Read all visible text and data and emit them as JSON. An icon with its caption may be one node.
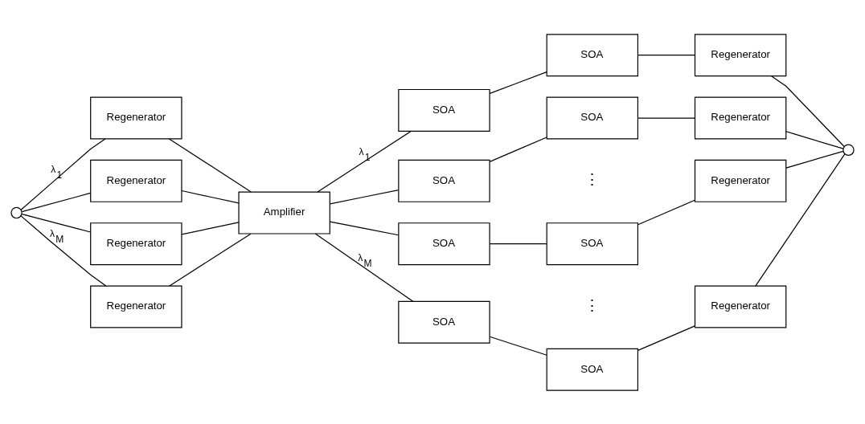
{
  "diagram": {
    "nodes": [
      {
        "text": [],
        "shape": "circle"
      },
      {
        "text": [
          "Regenerator"
        ]
      },
      {
        "text": [
          "Regenerator"
        ]
      },
      {
        "text": [
          "Regenerator"
        ]
      },
      {
        "text": [
          "Regenerator"
        ]
      },
      {
        "text": [
          "Amplifier"
        ]
      },
      {
        "text": [
          "SOA"
        ]
      },
      {
        "text": [
          "SOA"
        ]
      },
      {
        "text": [
          "Regenerator"
        ]
      },
      {
        "text": [
          "SOA"
        ]
      },
      {
        "text": [
          "SOA"
        ]
      },
      {
        "text": [
          "Regenerator"
        ]
      },
      {
        "text": [
          "SOA"
        ]
      },
      {
        "text": [
          "SOA"
        ]
      },
      {
        "text": [
          "Regenerator"
        ]
      },
      {
        "text": [
          "SOA"
        ]
      },
      {
        "text": [
          "SOA"
        ]
      },
      {
        "text": [
          "Regenerator"
        ]
      },
      {
        "text": [],
        "shape": "circle"
      }
    ],
    "edges": [
      {
        "from": 0,
        "to": 1,
        "arrow": "none",
        "label": "λ$_{1}$"
      },
      {
        "from": 0,
        "to": 2,
        "arrow": "none"
      },
      {
        "from": 0,
        "to": 3,
        "arrow": "none"
      },
      {
        "from": 0,
        "to": 4,
        "arrow": "none",
        "label": "λ$_{M}$"
      },
      {
        "from": 1,
        "to": 5,
        "arrow": "none"
      },
      {
        "from": 2,
        "to": 5,
        "arrow": "none"
      },
      {
        "from": 3,
        "to": 5,
        "arrow": "none"
      },
      {
        "from": 4,
        "to": 5,
        "arrow": "none"
      },
      {
        "from": 5,
        "to": 6,
        "arrow": "none",
        "label": "λ$_{1}$"
      },
      {
        "from": 5,
        "to": 9,
        "arrow": "none"
      },
      {
        "from": 5,
        "to": 12,
        "arrow": "none"
      },
      {
        "from": 5,
        "to": 15,
        "arrow": "none",
        "label": "λ$_{M}$"
      },
      {
        "from": 6,
        "to": 7,
        "arrow": "none"
      },
      {
        "from": 7,
        "to": 8,
        "arrow": "none"
      },
      {
        "from": 9,
        "to": 10,
        "arrow": "none"
      },
      {
        "from": 10,
        "to": 11,
        "arrow": "none"
      },
      {
        "from": 12,
        "to": 13,
        "arrow": "none"
      },
      {
        "from": 13,
        "to": 14,
        "arrow": "none"
      },
      {
        "from": 15,
        "to": 16,
        "arrow": "none"
      },
      {
        "from": 16,
        "to": 17,
        "arrow": "none"
      },
      {
        "from": 8,
        "to": 18,
        "arrow": "none"
      },
      {
        "from": 11,
        "to": 18,
        "arrow": "none"
      },
      {
        "from": 14,
        "to": 18,
        "arrow": "none"
      },
      {
        "from": 17,
        "to": 18,
        "arrow": "none"
      }
    ],
    "labels": [
      "⋮",
      "⋮"
    ]
  }
}
